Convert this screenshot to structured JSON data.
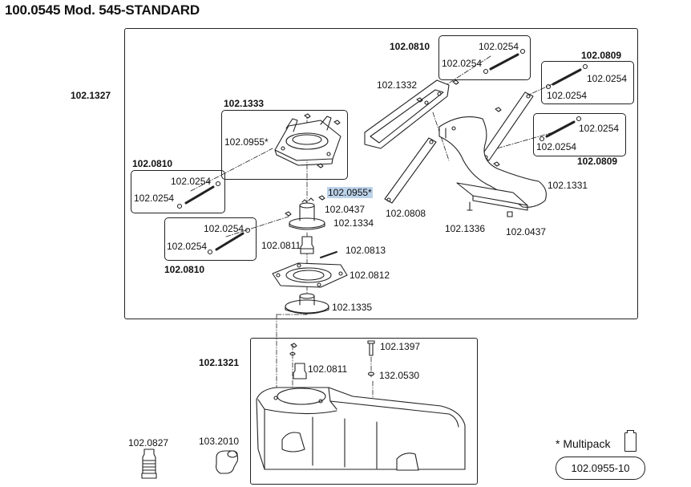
{
  "title": "100.0545 Mod. 545-STANDARD",
  "labels": {
    "l1327": "102.1327",
    "l1333": "102.1333",
    "l0955a": "102.0955*",
    "l0810a": "102.0810",
    "l0254a": "102.0254",
    "l0254b": "102.0254",
    "l0955b": "102.0955*",
    "l0437a": "102.0437",
    "l1334": "102.1334",
    "l0254c": "102.0254",
    "l0254d": "102.0254",
    "l0810b": "102.0810",
    "l0811a": "102.0811",
    "l0813": "102.0813",
    "l0812": "102.0812",
    "l1335": "102.1335",
    "l0810c": "102.0810",
    "l0254e": "102.0254",
    "l0254f": "102.0254",
    "l1332": "102.1332",
    "l0809a": "102.0809",
    "l0254g": "102.0254",
    "l0254h": "102.0254",
    "l0254i": "102.0254",
    "l0254j": "102.0254",
    "l0809b": "102.0809",
    "l1331": "102.1331",
    "l0808": "102.0808",
    "l1336": "102.1336",
    "l0437b": "102.0437",
    "l1321": "102.1321",
    "l1397": "102.1397",
    "l0811b": "102.0811",
    "l0530": "132.0530",
    "l0827": "102.0827",
    "l2010": "103.2010"
  },
  "legend": {
    "multipack": "* Multipack",
    "multipack_code": "102.0955-10"
  }
}
